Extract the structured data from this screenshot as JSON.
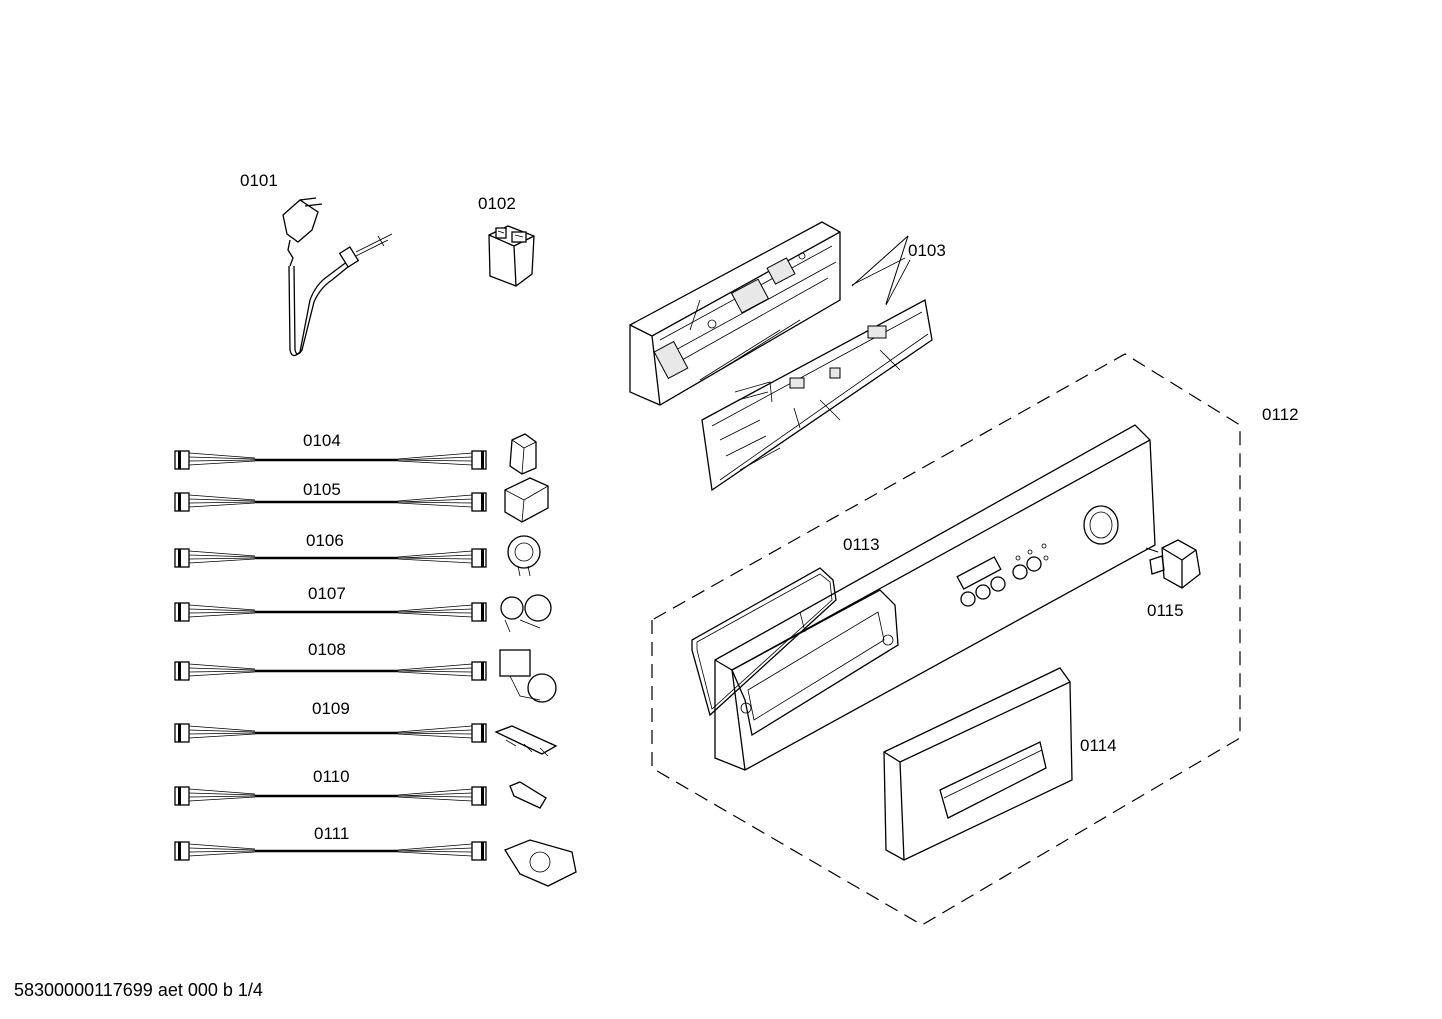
{
  "parts": [
    {
      "id": "p0101",
      "label": "0101"
    },
    {
      "id": "p0102",
      "label": "0102"
    },
    {
      "id": "p0103",
      "label": "0103"
    },
    {
      "id": "p0104",
      "label": "0104"
    },
    {
      "id": "p0105",
      "label": "0105"
    },
    {
      "id": "p0106",
      "label": "0106"
    },
    {
      "id": "p0107",
      "label": "0107"
    },
    {
      "id": "p0108",
      "label": "0108"
    },
    {
      "id": "p0109",
      "label": "0109"
    },
    {
      "id": "p0110",
      "label": "0110"
    },
    {
      "id": "p0111",
      "label": "0111"
    },
    {
      "id": "p0112",
      "label": "0112"
    },
    {
      "id": "p0113",
      "label": "0113"
    },
    {
      "id": "p0114",
      "label": "0114"
    },
    {
      "id": "p0115",
      "label": "0115"
    }
  ],
  "footer": {
    "document_code": "58300000117699 aet 000 b 1/4"
  }
}
